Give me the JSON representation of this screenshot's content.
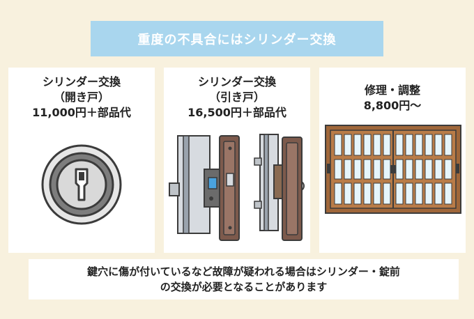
{
  "banner": {
    "text": "重度の不具合にはシリンダー交換"
  },
  "cards": [
    {
      "line1": "シリンダー交換",
      "line2": "（開き戸）",
      "line3": "11,000円＋部品代"
    },
    {
      "line1": "シリンダー交換",
      "line2": "（引き戸）",
      "line3": "16,500円＋部品代"
    },
    {
      "line1": "修理・調整",
      "line2": "8,800円〜",
      "line3": ""
    }
  ],
  "footer": {
    "line1": "鍵穴に傷が付いているなど故障が疑われる場合はシリンダー・錠前",
    "line2": "の交換が必要となることがあります"
  },
  "colors": {
    "background": "#f8f1de",
    "banner": "#a9d6ee",
    "card": "#ffffff",
    "door_wood": "#a0673a",
    "lock_plate": "#7d5a4c"
  }
}
